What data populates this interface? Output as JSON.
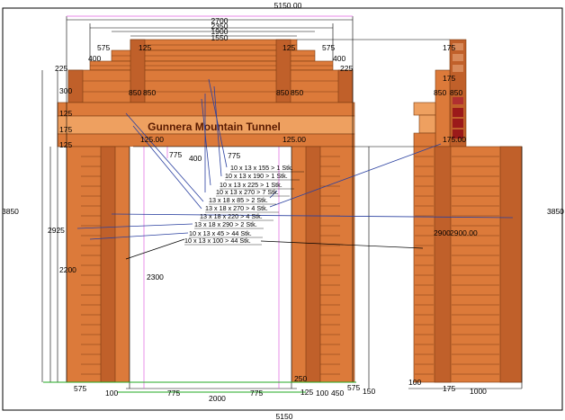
{
  "drawing": {
    "title": "Gunnera Mountain Tunnel",
    "overall_width_top": "5150.00",
    "overall_width_bottom": "5150",
    "height_left": "3850",
    "height_right": "3850",
    "colors": {
      "timber_dark": "#c8692e",
      "timber_mid": "#dc7a3a",
      "timber_light": "#eea060",
      "post": "#c0602a",
      "line": "#000000",
      "leader": "#2a40a0",
      "magenta": "#e060e0",
      "brick_red": "#9b1a1a",
      "green": "#22aa22"
    },
    "front": {
      "top_dims": [
        "2700",
        "2350",
        "1900",
        "1550"
      ],
      "step_dims": {
        "left_575": "575",
        "left_125": "125",
        "right_125": "125",
        "right_575": "575",
        "left_400": "400",
        "right_400": "400",
        "left_225": "225",
        "right_225": "225",
        "left_300": "300"
      },
      "post_dims": [
        "850",
        "850",
        "850",
        "850"
      ],
      "lintel_dims": [
        "125",
        "175",
        "125"
      ],
      "lintel_span_left": "125.00",
      "lintel_span_right": "125.00",
      "arch_775_top": "775",
      "arch_775_left": "775",
      "arch_400": "400",
      "side_2925": "2925",
      "side_2200": "2200",
      "inner_2300": "2300",
      "inner_250": "250",
      "bottom": [
        "575",
        "100",
        "775",
        "2000",
        "775",
        "125",
        "100",
        "450",
        "575",
        "150"
      ]
    },
    "side": {
      "top_175": "175",
      "upper_175": "175",
      "dims_850_a": "850",
      "dims_850_b": "850",
      "lower_175_00": "175.00",
      "height_2900": "2900",
      "height_2900_00": "2900.00",
      "bottom_100": "100",
      "bottom_175": "175",
      "bottom_1000": "1000"
    },
    "cut_list": [
      "10 x 13 x 155  > 1 Stk.",
      "10 x 13 x 190  > 1 Stk.",
      "10 x 13 x 225  > 1 Stk.",
      "10 x 13 x 270  > 7 Stk.",
      "13 x 18 x 85 > 2 Stk.",
      "13 x 18 x 270  > 4 Stk.",
      "13 x 18 x 220  > 4 Stk.",
      "13 x 18 x 290 > 2 Stk.",
      "10 x 13 x 45  > 44 Stk.",
      "10 x 13 x 100  > 44 Stk."
    ]
  }
}
